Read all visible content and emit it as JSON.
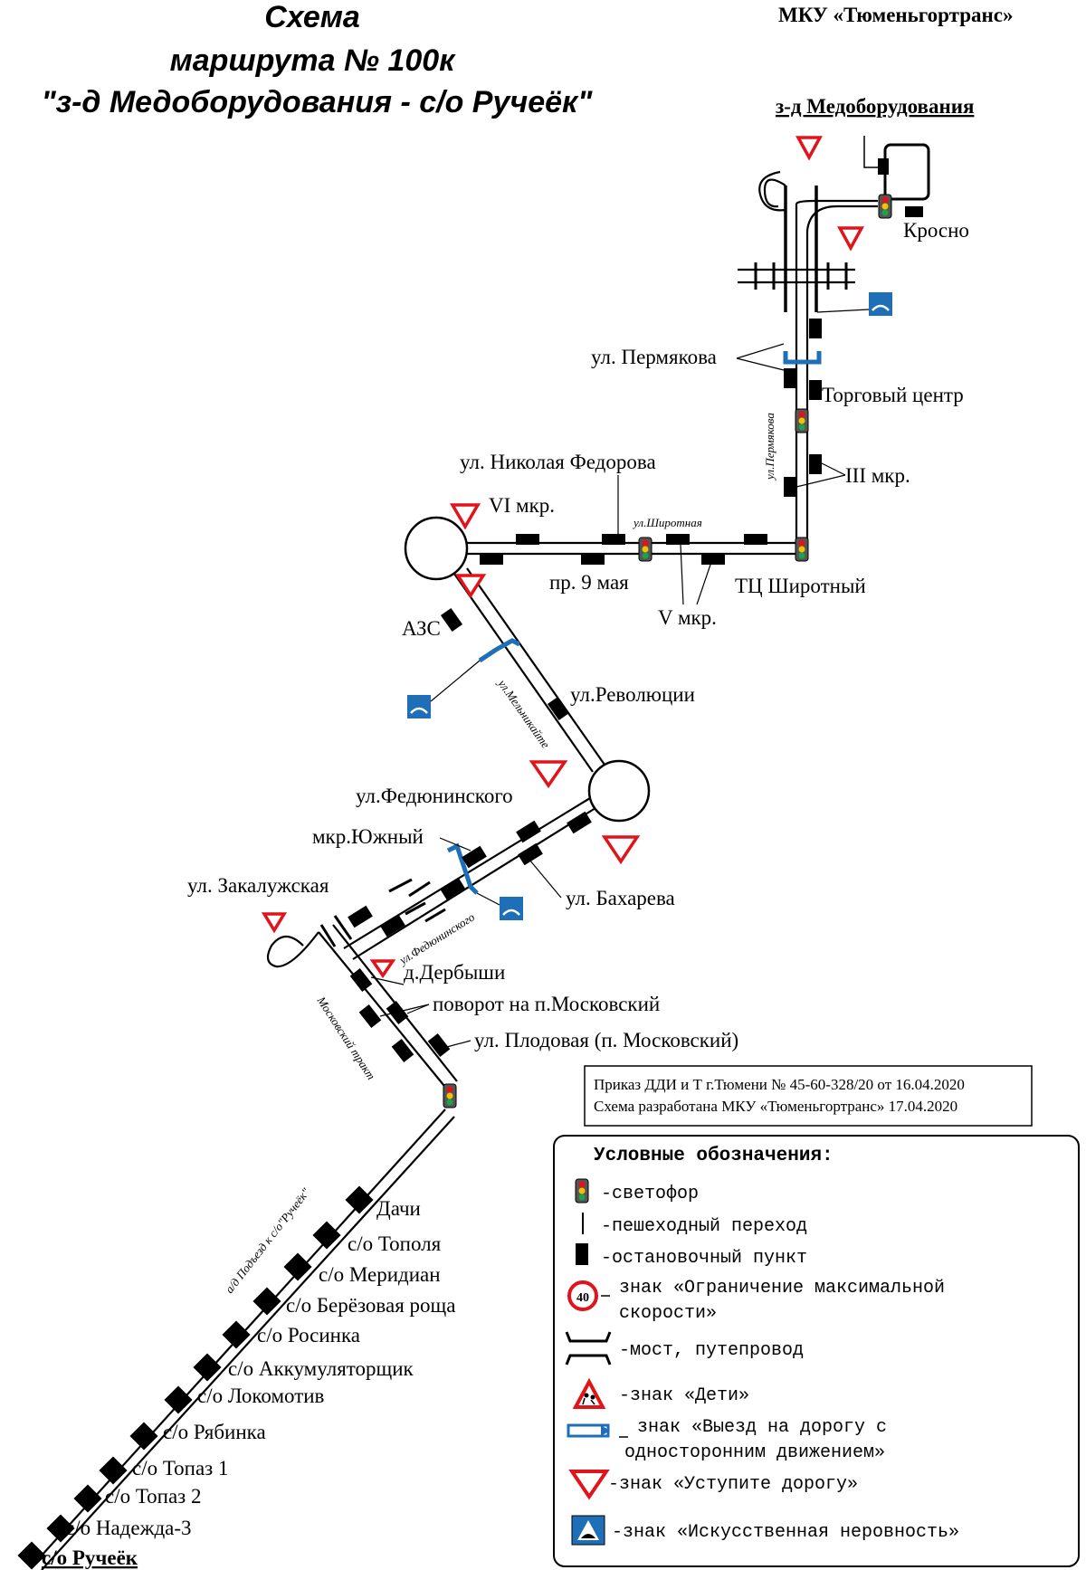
{
  "header": {
    "title_line1": "Схема",
    "title_line2": "маршрута № 100к",
    "title_line3": "\"з-д Медоборудования - с/о Ручеёк\"",
    "organization": "МКУ «Тюменьгортранс»"
  },
  "terminals": {
    "start": "з-д Медоборудования",
    "end": "с/о Ручеёк"
  },
  "stops": {
    "krosno": "Кросно",
    "permyakova": "ул. Пермякова",
    "trade_center": "Торговый центр",
    "mkr3": "III мкр.",
    "tc_shirotny": "ТЦ Широтный",
    "mkr5": "V мкр.",
    "pr9maya": "пр. 9 мая",
    "nik_fedorova": "ул. Николая Федорова",
    "mkr6": "VI мкр.",
    "azs": "АЗС",
    "revolyutsii": "ул.Революции",
    "fedyuninskogo": "ул.Федюнинского",
    "yuzhny": "мкр.Южный",
    "bakhareva": "ул. Бахарева",
    "zakaluzhskaya": "ул. Закалужская",
    "derbyshi": "д.Дербыши",
    "povorot": "поворот на п.Московский",
    "plodovaya": "ул. Плодовая (п. Московский)",
    "dachi": "Дачи",
    "topolya": "с/о Тополя",
    "meridian": "с/о Меридиан",
    "berezovaya": "с/о Берёзовая роща",
    "rosinka": "с/о Росинка",
    "akkumulyatorshchik": "с/о Аккумуляторщик",
    "lokomotiv": "с/о Локомотив",
    "ryabinka": "с/о Рябинка",
    "topaz1": "с/о Топаз 1",
    "topaz2": "с/о Топаз 2",
    "nadezhda3": "с/о Надежда-3"
  },
  "streets": {
    "permyakova": "ул.Пермякова",
    "shirotnaya": "ул.Широтная",
    "melnikayte": "ул.Мельникайте",
    "fedyuninskogo": "ул.Федюнинского",
    "moskovsky_trakt": "Московский тракт",
    "podezd": "а/д Подъезд к с/о\"Ручеёк\""
  },
  "order": {
    "line1": "Приказ ДДИ и Т г.Тюмени № 45-60-328/20 от 16.04.2020",
    "line2": "Схема разработана МКУ «Тюменьгортранс» 17.04.2020"
  },
  "legend": {
    "title": "Условные обозначения:",
    "traffic_light": "-светофор",
    "crosswalk": "-пешеходный переход",
    "stop": "-остановочный пункт",
    "speed_limit_line1": "знак «Ограничение максимальной",
    "speed_limit_line2": "скорости»",
    "speed_value": "40",
    "bridge": "-мост, путепровод",
    "children": "-знак «Дети»",
    "one_way_line1": "знак «Выезд на дорогу с",
    "one_way_line2": "односторонним движением»",
    "yield": "-знак «Уступите дорогу»",
    "speed_bump": "-знак «Искусственная неровность»"
  },
  "colors": {
    "sign_red": "#e0141a",
    "sign_blue": "#1e6fb8",
    "road": "#000000"
  }
}
